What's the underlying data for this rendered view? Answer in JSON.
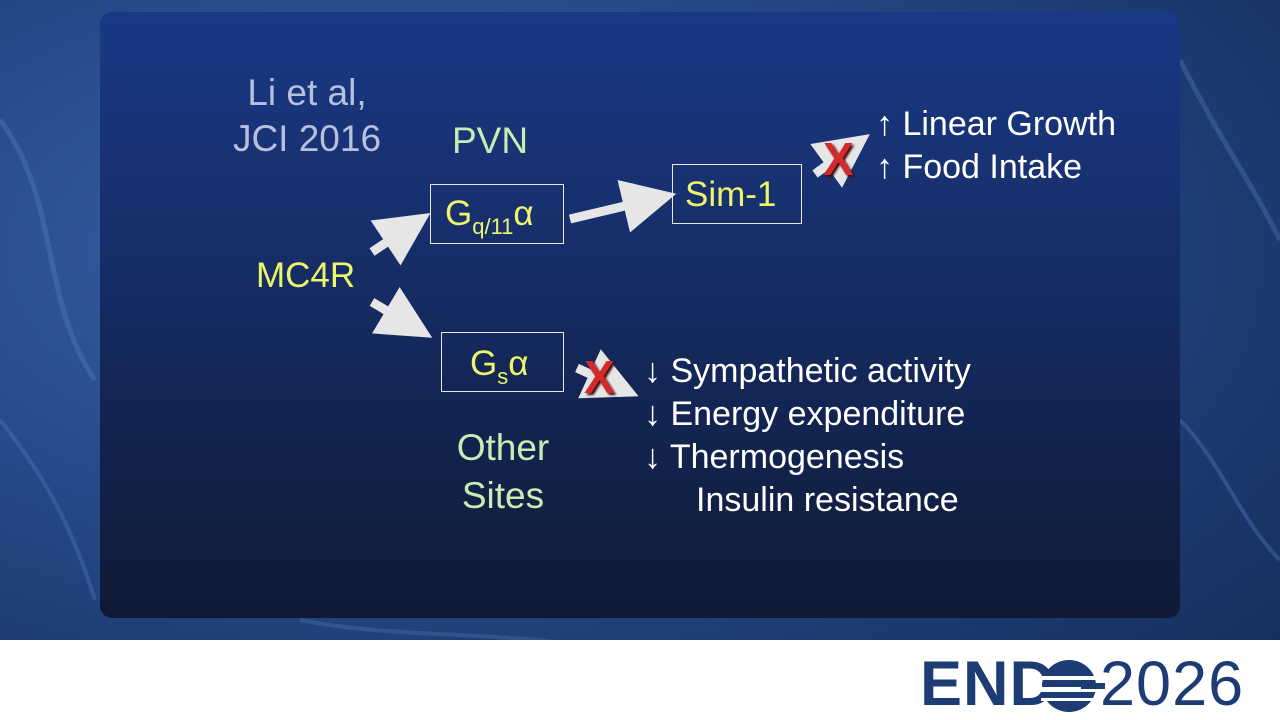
{
  "citation": {
    "line1": "Li et al,",
    "line2": "JCI 2016"
  },
  "regions": {
    "pvn": "PVN",
    "other_line1": "Other",
    "other_line2": "Sites"
  },
  "nodes": {
    "mc4r": "MC4R",
    "gq_main": "G",
    "gq_sub": "q/11",
    "gq_greek": "α",
    "gs_main": "G",
    "gs_sub": "s",
    "gs_greek": "α",
    "sim1": "Sim-1"
  },
  "effects_top": [
    {
      "arrow": "↑",
      "label": "Linear Growth"
    },
    {
      "arrow": "↑",
      "label": "Food Intake"
    }
  ],
  "effects_bottom": [
    {
      "arrow": "↓",
      "label": "Sympathetic activity"
    },
    {
      "arrow": "↓",
      "label": "Energy expenditure"
    },
    {
      "arrow": "↓",
      "label": "Thermogenesis"
    },
    {
      "arrow": "",
      "label": "Insulin resistance"
    }
  ],
  "blocked_marker": "X",
  "logo": {
    "word": "END",
    "year": "2026"
  },
  "colors": {
    "citation": "#b7c0de",
    "region_label": "#c8ecb2",
    "node_label": "#eef56a",
    "effect_text": "#ffffff",
    "block_x": "#d42a2a",
    "logo_navy": "#1d3c74"
  }
}
